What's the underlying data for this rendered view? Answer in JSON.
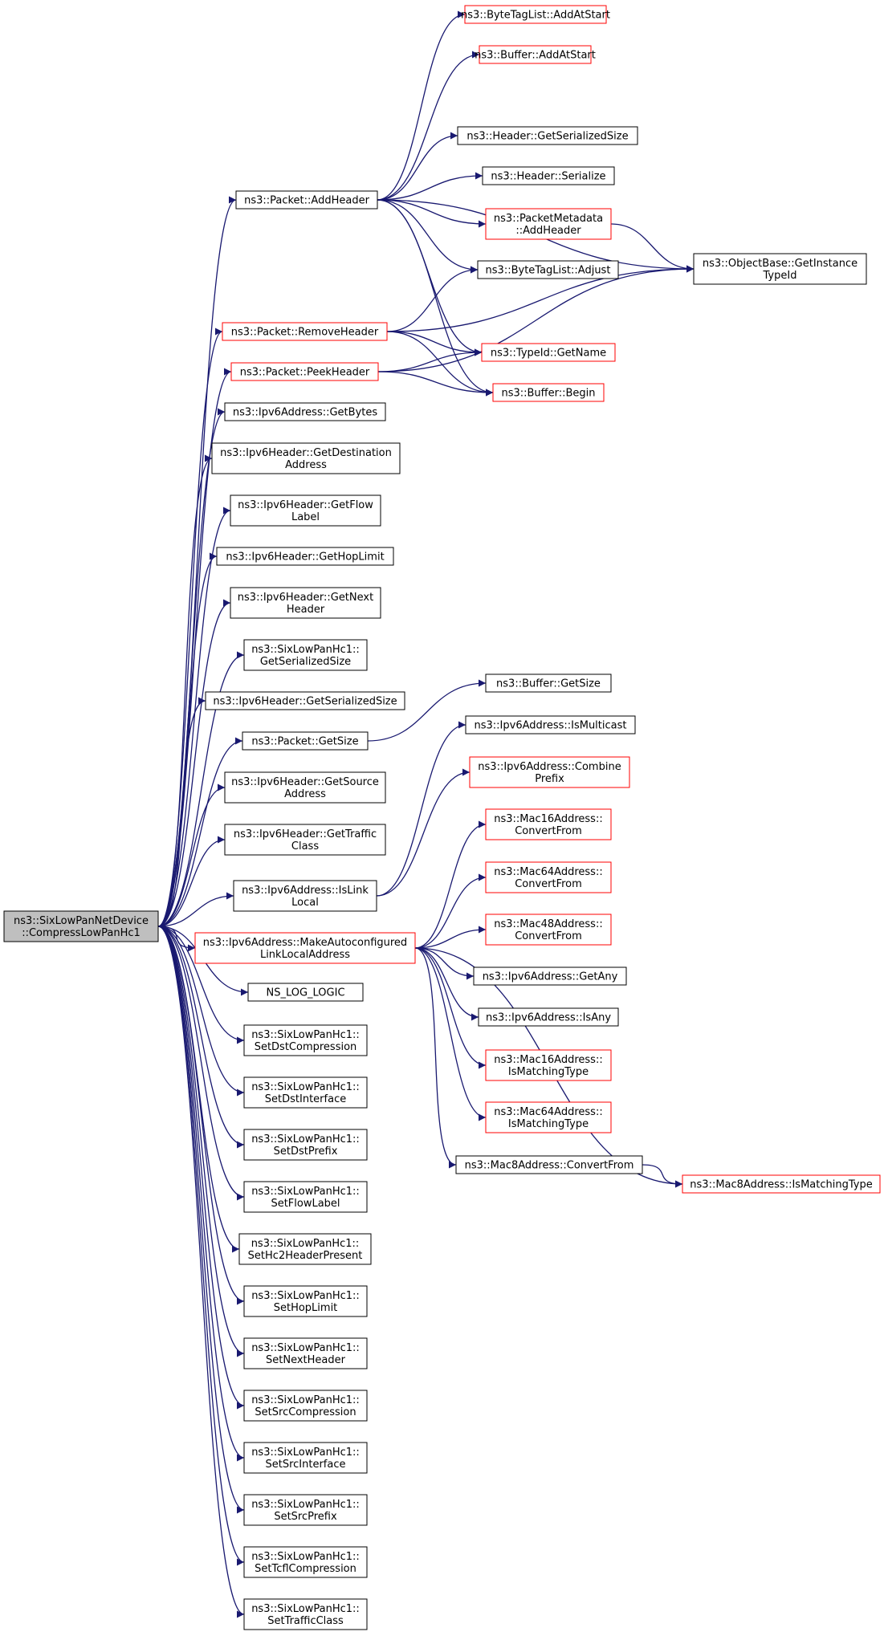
{
  "palette": {
    "edge": "#191970",
    "normal_border": "#000000",
    "linked_border": "#ff0000",
    "root_fill": "#bfbfbf",
    "node_fill": "#ffffff"
  },
  "nodes": {
    "root": {
      "lines": [
        "ns3::SixLowPanNetDevice",
        "::CompressLowPanHc1"
      ],
      "kind": "root"
    },
    "addheader": {
      "lines": [
        "ns3::Packet::AddHeader"
      ],
      "kind": "normal"
    },
    "removeheader": {
      "lines": [
        "ns3::Packet::RemoveHeader"
      ],
      "kind": "linked"
    },
    "peekheader": {
      "lines": [
        "ns3::Packet::PeekHeader"
      ],
      "kind": "linked"
    },
    "ipv6getbytes": {
      "lines": [
        "ns3::Ipv6Address::GetBytes"
      ],
      "kind": "normal"
    },
    "getdest": {
      "lines": [
        "ns3::Ipv6Header::GetDestination",
        "Address"
      ],
      "kind": "normal"
    },
    "getflow": {
      "lines": [
        "ns3::Ipv6Header::GetFlow",
        "Label"
      ],
      "kind": "normal"
    },
    "gethop": {
      "lines": [
        "ns3::Ipv6Header::GetHopLimit"
      ],
      "kind": "normal"
    },
    "getnext": {
      "lines": [
        "ns3::Ipv6Header::GetNext",
        "Header"
      ],
      "kind": "normal"
    },
    "hc1sersize": {
      "lines": [
        "ns3::SixLowPanHc1::",
        "GetSerializedSize"
      ],
      "kind": "normal"
    },
    "ipv6sersize": {
      "lines": [
        "ns3::Ipv6Header::GetSerializedSize"
      ],
      "kind": "normal"
    },
    "pktgetsize": {
      "lines": [
        "ns3::Packet::GetSize"
      ],
      "kind": "normal"
    },
    "getsource": {
      "lines": [
        "ns3::Ipv6Header::GetSource",
        "Address"
      ],
      "kind": "normal"
    },
    "gettraffic": {
      "lines": [
        "ns3::Ipv6Header::GetTraffic",
        "Class"
      ],
      "kind": "normal"
    },
    "islinklocal": {
      "lines": [
        "ns3::Ipv6Address::IsLink",
        "Local"
      ],
      "kind": "normal"
    },
    "makeauto": {
      "lines": [
        "ns3::Ipv6Address::MakeAutoconfigured",
        "LinkLocalAddress"
      ],
      "kind": "linked"
    },
    "nslog": {
      "lines": [
        "NS_LOG_LOGIC"
      ],
      "kind": "normal"
    },
    "setdstcomp": {
      "lines": [
        "ns3::SixLowPanHc1::",
        "SetDstCompression"
      ],
      "kind": "normal"
    },
    "setdstif": {
      "lines": [
        "ns3::SixLowPanHc1::",
        "SetDstInterface"
      ],
      "kind": "normal"
    },
    "setdstprefix": {
      "lines": [
        "ns3::SixLowPanHc1::",
        "SetDstPrefix"
      ],
      "kind": "normal"
    },
    "setflowlabel": {
      "lines": [
        "ns3::SixLowPanHc1::",
        "SetFlowLabel"
      ],
      "kind": "normal"
    },
    "sethc2": {
      "lines": [
        "ns3::SixLowPanHc1::",
        "SetHc2HeaderPresent"
      ],
      "kind": "normal"
    },
    "sethoplimit": {
      "lines": [
        "ns3::SixLowPanHc1::",
        "SetHopLimit"
      ],
      "kind": "normal"
    },
    "setnextheader": {
      "lines": [
        "ns3::SixLowPanHc1::",
        "SetNextHeader"
      ],
      "kind": "normal"
    },
    "setsrccomp": {
      "lines": [
        "ns3::SixLowPanHc1::",
        "SetSrcCompression"
      ],
      "kind": "normal"
    },
    "setsrcif": {
      "lines": [
        "ns3::SixLowPanHc1::",
        "SetSrcInterface"
      ],
      "kind": "normal"
    },
    "setsrcprefix": {
      "lines": [
        "ns3::SixLowPanHc1::",
        "SetSrcPrefix"
      ],
      "kind": "normal"
    },
    "settcfl": {
      "lines": [
        "ns3::SixLowPanHc1::",
        "SetTcflCompression"
      ],
      "kind": "normal"
    },
    "settraffic": {
      "lines": [
        "ns3::SixLowPanHc1::",
        "SetTrafficClass"
      ],
      "kind": "normal"
    },
    "bytetagaddatstart": {
      "lines": [
        "ns3::ByteTagList::AddAtStart"
      ],
      "kind": "linked"
    },
    "bufaddatstart": {
      "lines": [
        "ns3::Buffer::AddAtStart"
      ],
      "kind": "linked"
    },
    "hdrgetsersize": {
      "lines": [
        "ns3::Header::GetSerializedSize"
      ],
      "kind": "normal"
    },
    "hdrserialize": {
      "lines": [
        "ns3::Header::Serialize"
      ],
      "kind": "normal"
    },
    "pktmetaadd": {
      "lines": [
        "ns3::PacketMetadata",
        "::AddHeader"
      ],
      "kind": "linked"
    },
    "bytetagadjust": {
      "lines": [
        "ns3::ByteTagList::Adjust"
      ],
      "kind": "normal"
    },
    "typeidgetname": {
      "lines": [
        "ns3::TypeId::GetName"
      ],
      "kind": "linked"
    },
    "bufbegin": {
      "lines": [
        "ns3::Buffer::Begin"
      ],
      "kind": "linked"
    },
    "objgetinst": {
      "lines": [
        "ns3::ObjectBase::GetInstance",
        "TypeId"
      ],
      "kind": "normal"
    },
    "bufgetsize": {
      "lines": [
        "ns3::Buffer::GetSize"
      ],
      "kind": "normal"
    },
    "ismulticast": {
      "lines": [
        "ns3::Ipv6Address::IsMulticast"
      ],
      "kind": "normal"
    },
    "combineprefix": {
      "lines": [
        "ns3::Ipv6Address::Combine",
        "Prefix"
      ],
      "kind": "linked"
    },
    "mac16conv": {
      "lines": [
        "ns3::Mac16Address::",
        "ConvertFrom"
      ],
      "kind": "linked"
    },
    "mac64conv": {
      "lines": [
        "ns3::Mac64Address::",
        "ConvertFrom"
      ],
      "kind": "linked"
    },
    "mac48conv": {
      "lines": [
        "ns3::Mac48Address::",
        "ConvertFrom"
      ],
      "kind": "linked"
    },
    "ipv6getany": {
      "lines": [
        "ns3::Ipv6Address::GetAny"
      ],
      "kind": "normal"
    },
    "ipv6isany": {
      "lines": [
        "ns3::Ipv6Address::IsAny"
      ],
      "kind": "normal"
    },
    "mac16match": {
      "lines": [
        "ns3::Mac16Address::",
        "IsMatchingType"
      ],
      "kind": "linked"
    },
    "mac64match": {
      "lines": [
        "ns3::Mac64Address::",
        "IsMatchingType"
      ],
      "kind": "linked"
    },
    "mac8conv": {
      "lines": [
        "ns3::Mac8Address::ConvertFrom"
      ],
      "kind": "normal"
    },
    "mac8match": {
      "lines": [
        "ns3::Mac8Address::IsMatchingType"
      ],
      "kind": "linked"
    }
  },
  "edges": [
    [
      "root",
      "addheader"
    ],
    [
      "root",
      "removeheader"
    ],
    [
      "root",
      "peekheader"
    ],
    [
      "root",
      "ipv6getbytes"
    ],
    [
      "root",
      "getdest"
    ],
    [
      "root",
      "getflow"
    ],
    [
      "root",
      "gethop"
    ],
    [
      "root",
      "getnext"
    ],
    [
      "root",
      "hc1sersize"
    ],
    [
      "root",
      "ipv6sersize"
    ],
    [
      "root",
      "pktgetsize"
    ],
    [
      "root",
      "getsource"
    ],
    [
      "root",
      "gettraffic"
    ],
    [
      "root",
      "islinklocal"
    ],
    [
      "root",
      "makeauto"
    ],
    [
      "root",
      "nslog"
    ],
    [
      "root",
      "setdstcomp"
    ],
    [
      "root",
      "setdstif"
    ],
    [
      "root",
      "setdstprefix"
    ],
    [
      "root",
      "setflowlabel"
    ],
    [
      "root",
      "sethc2"
    ],
    [
      "root",
      "sethoplimit"
    ],
    [
      "root",
      "setnextheader"
    ],
    [
      "root",
      "setsrccomp"
    ],
    [
      "root",
      "setsrcif"
    ],
    [
      "root",
      "setsrcprefix"
    ],
    [
      "root",
      "settcfl"
    ],
    [
      "root",
      "settraffic"
    ],
    [
      "addheader",
      "bytetagaddatstart"
    ],
    [
      "addheader",
      "bufaddatstart"
    ],
    [
      "addheader",
      "objgetinst"
    ],
    [
      "addheader",
      "hdrgetsersize"
    ],
    [
      "addheader",
      "hdrserialize"
    ],
    [
      "addheader",
      "pktmetaadd"
    ],
    [
      "addheader",
      "bytetagadjust"
    ],
    [
      "addheader",
      "typeidgetname"
    ],
    [
      "addheader",
      "bufbegin"
    ],
    [
      "pktmetaadd",
      "objgetinst"
    ],
    [
      "removeheader",
      "bytetagadjust"
    ],
    [
      "removeheader",
      "objgetinst"
    ],
    [
      "removeheader",
      "typeidgetname"
    ],
    [
      "removeheader",
      "bufbegin"
    ],
    [
      "peekheader",
      "typeidgetname"
    ],
    [
      "peekheader",
      "bufbegin"
    ],
    [
      "peekheader",
      "objgetinst"
    ],
    [
      "pktgetsize",
      "bufgetsize"
    ],
    [
      "islinklocal",
      "ismulticast"
    ],
    [
      "islinklocal",
      "combineprefix"
    ],
    [
      "makeauto",
      "mac16conv"
    ],
    [
      "makeauto",
      "mac64conv"
    ],
    [
      "makeauto",
      "mac48conv"
    ],
    [
      "makeauto",
      "ipv6getany"
    ],
    [
      "makeauto",
      "ipv6isany"
    ],
    [
      "makeauto",
      "mac16match"
    ],
    [
      "makeauto",
      "mac64match"
    ],
    [
      "makeauto",
      "mac8conv"
    ],
    [
      "makeauto",
      "mac8match"
    ],
    [
      "mac8conv",
      "mac8match"
    ]
  ]
}
